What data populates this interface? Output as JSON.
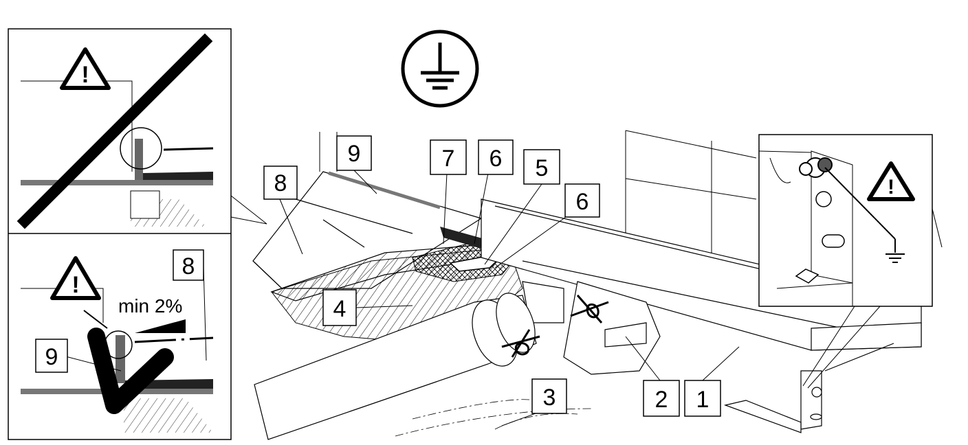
{
  "callouts": {
    "c1": "1",
    "c2": "2",
    "c3": "3",
    "c4": "4",
    "c5": "5",
    "c6a": "6",
    "c6b": "6",
    "c7": "7",
    "c8_main": "8",
    "c9_main": "9",
    "c8_inset": "8",
    "c9_inset": "9"
  },
  "inset_slope": {
    "text": "min 2%"
  },
  "warnings": {
    "symbol": "!"
  },
  "colors": {
    "line": "#000000",
    "grey_strip": "#777777",
    "background": "#ffffff"
  }
}
